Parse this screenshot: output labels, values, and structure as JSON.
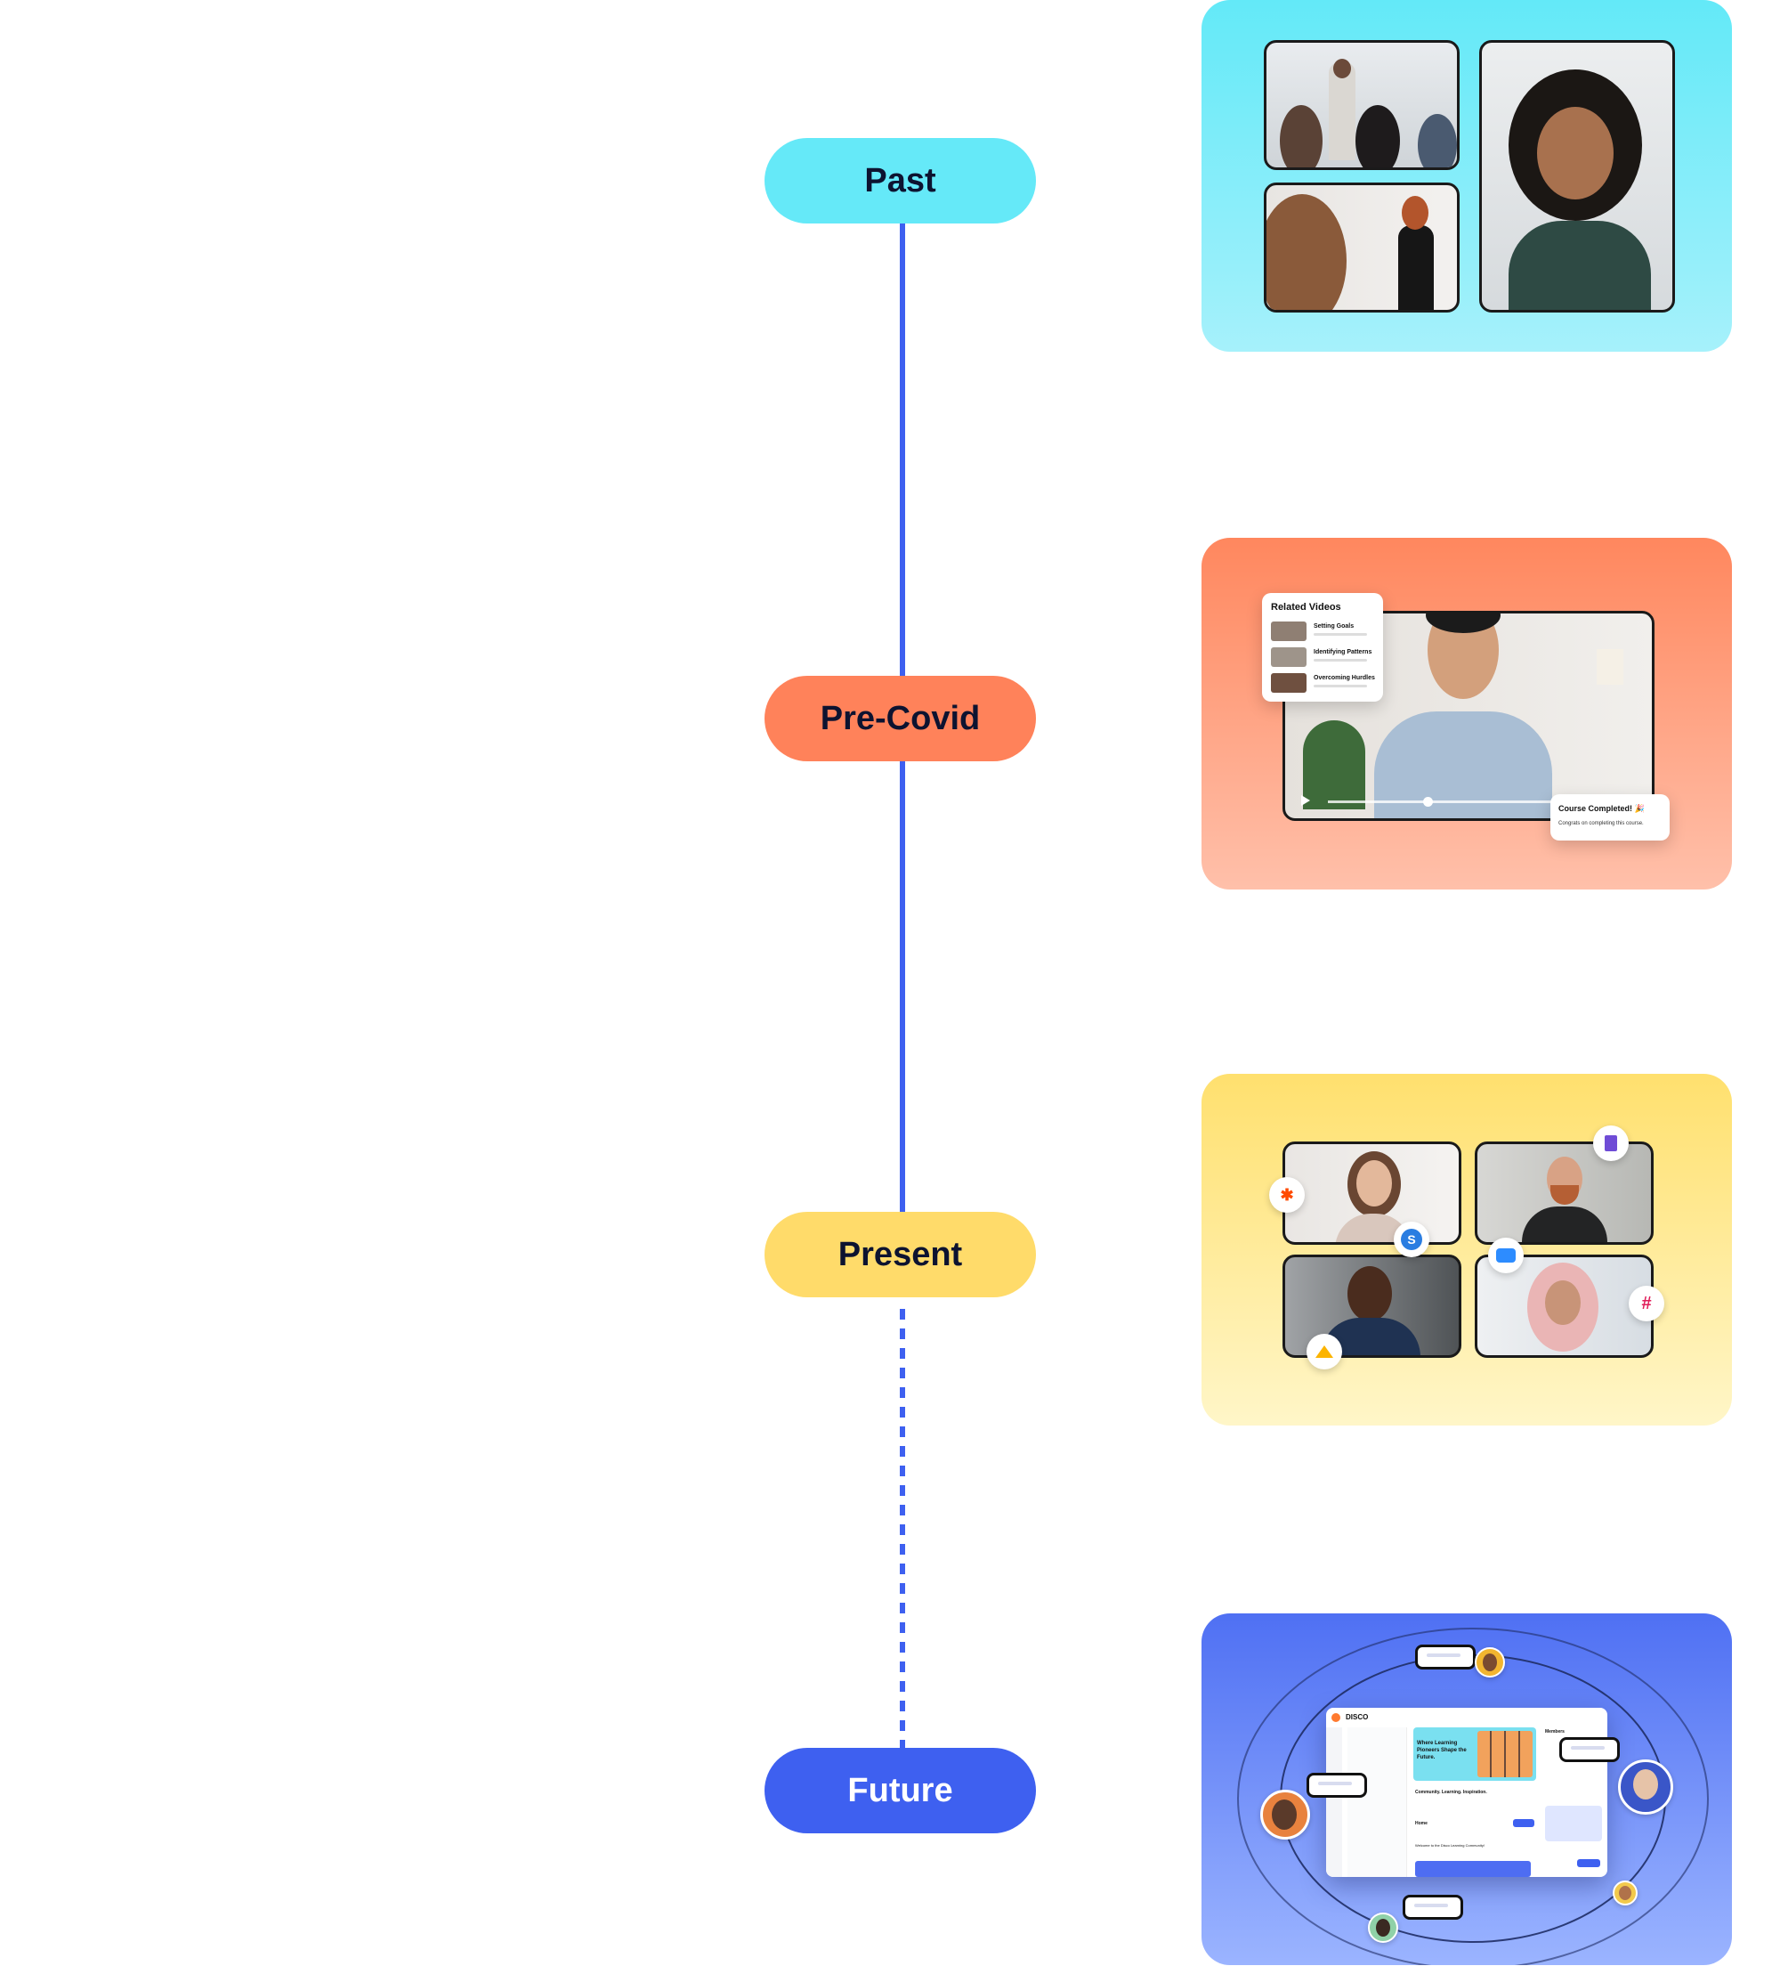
{
  "timeline": {
    "stages": [
      {
        "label": "Past",
        "color": "#65e9f8"
      },
      {
        "label": "Pre-Covid",
        "color": "#ff825a"
      },
      {
        "label": "Present",
        "color": "#ffdb6a"
      },
      {
        "label": "Future",
        "color": "#3e60f0"
      }
    ],
    "line_color": "#3e60f0"
  },
  "cards": {
    "pre_covid": {
      "related_title": "Related Videos",
      "videos": [
        "Setting Goals",
        "Identifying Patterns",
        "Overcoming Hurdles"
      ],
      "completed_title": "Course Completed! 🎉",
      "completed_sub": "Congrats on completing this course."
    },
    "present": {
      "apps": [
        "zapier-icon",
        "shortcut-icon",
        "forms-icon",
        "zoom-icon",
        "slack-icon",
        "airtable-icon"
      ]
    },
    "future": {
      "app_name": "DISCO",
      "hero_text": "Where Learning Pioneers Shape the Future.",
      "hero_sub": "Community. Learning. Inspiration.",
      "home_label": "Home",
      "welcome": "Welcome to the Disco Learning Community!",
      "members_label": "Members"
    }
  }
}
